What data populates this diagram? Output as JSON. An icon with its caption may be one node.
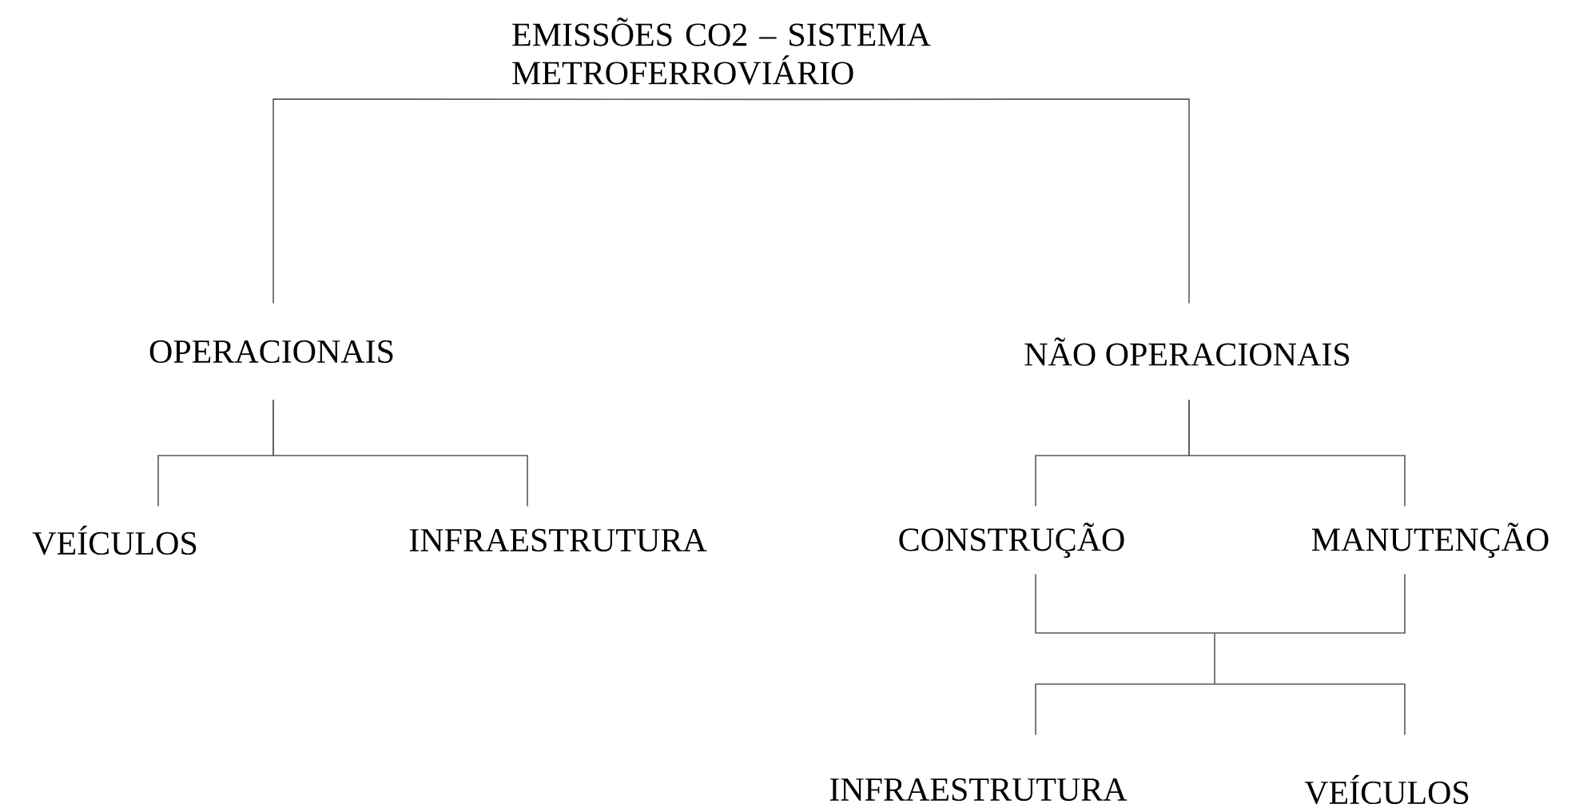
{
  "diagram": {
    "nodes": [
      {
        "text": [
          "EMISSÕES CO2 – SISTEMA METROFERROVIÁRIO"
        ]
      },
      {
        "text": [
          "OPERACIONAIS"
        ]
      },
      {
        "text": [
          "NÃO OPERACIONAIS"
        ]
      },
      {
        "text": [
          "VEÍCULOS"
        ]
      },
      {
        "text": [
          "INFRAESTRUTURA"
        ]
      },
      {
        "text": [
          "CONSTRUÇÃO"
        ]
      },
      {
        "text": [
          "MANUTENÇÃO"
        ]
      },
      {
        "text": [
          "INFRAESTRUTURA"
        ]
      },
      {
        "text": [
          "VEÍCULOS"
        ]
      }
    ],
    "edges": [
      {
        "from": 0,
        "to": 1,
        "arrow": "none"
      },
      {
        "from": 0,
        "to": 2,
        "arrow": "none"
      },
      {
        "from": 1,
        "to": 3,
        "arrow": "none"
      },
      {
        "from": 1,
        "to": 4,
        "arrow": "none"
      },
      {
        "from": 2,
        "to": 5,
        "arrow": "none"
      },
      {
        "from": 2,
        "to": 6,
        "arrow": "none"
      },
      {
        "from": 5,
        "to": 7,
        "arrow": "none"
      },
      {
        "from": 5,
        "to": 8,
        "arrow": "none"
      },
      {
        "from": 6,
        "to": 7,
        "arrow": "none"
      },
      {
        "from": 6,
        "to": 8,
        "arrow": "none"
      }
    ]
  }
}
